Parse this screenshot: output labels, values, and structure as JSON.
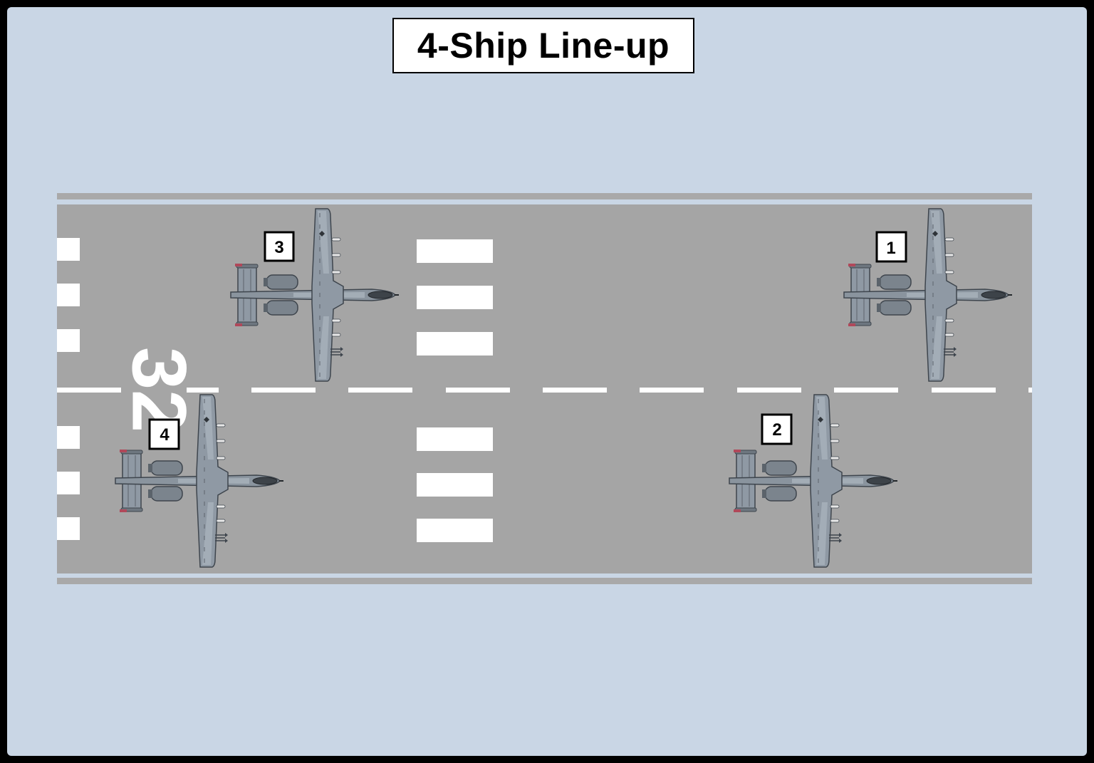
{
  "title": "4-Ship Line-up",
  "runway": {
    "number": "32",
    "colors": {
      "pavement": "#a5a5a5",
      "marking": "#ffffff",
      "background": "#c9d6e5",
      "edge_stripe": "#a9a9a9"
    }
  },
  "aircraft": [
    {
      "position_label": "1",
      "icon": "a10-aircraft-icon"
    },
    {
      "position_label": "2",
      "icon": "a10-aircraft-icon"
    },
    {
      "position_label": "3",
      "icon": "a10-aircraft-icon"
    },
    {
      "position_label": "4",
      "icon": "a10-aircraft-icon"
    }
  ]
}
